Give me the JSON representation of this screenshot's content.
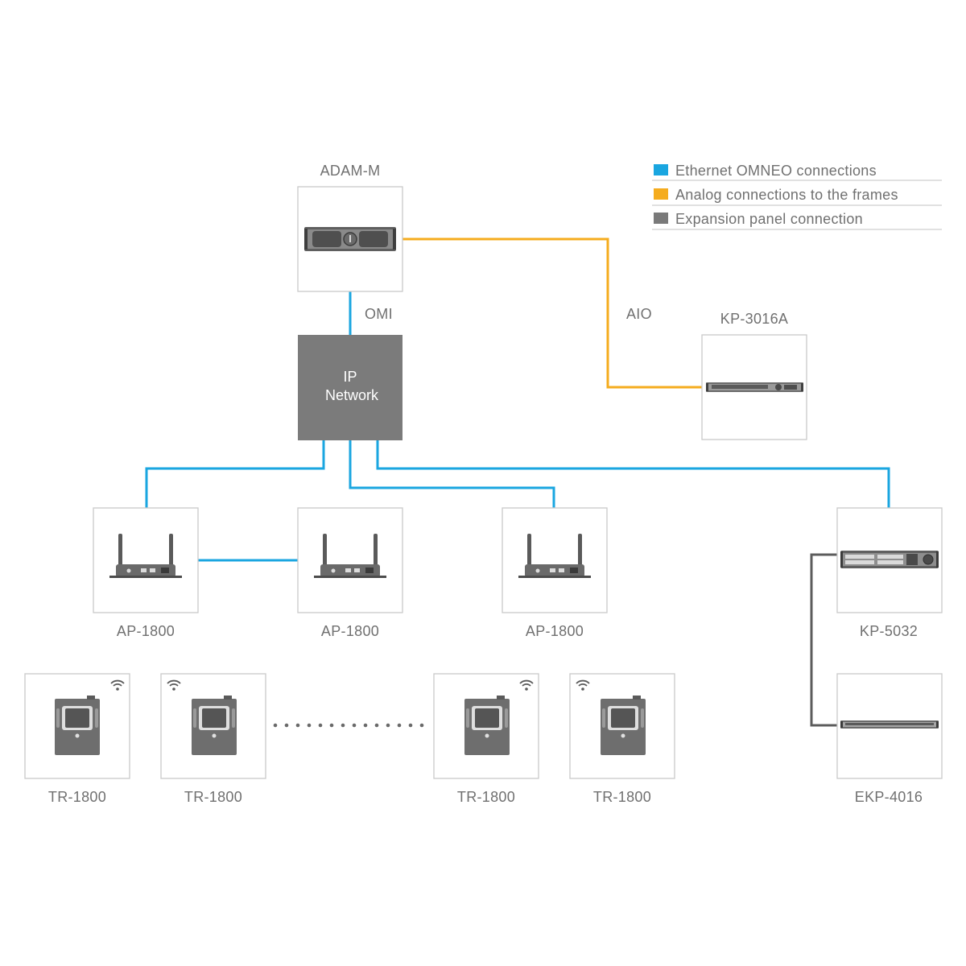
{
  "legend": [
    {
      "label": "Ethernet OMNEO connections",
      "color": "#1aa6e0"
    },
    {
      "label": "Analog connections to the frames",
      "color": "#f5ac1e"
    },
    {
      "label": "Expansion panel connection",
      "color": "#7a7a7a"
    }
  ],
  "devices": {
    "adam": "ADAM-M",
    "kp3016a": "KP-3016A",
    "ap1": "AP-1800",
    "ap2": "AP-1800",
    "ap3": "AP-1800",
    "kp5032": "KP-5032",
    "ekp4016": "EKP-4016",
    "tr1": "TR-1800",
    "tr2": "TR-1800",
    "tr3": "TR-1800",
    "tr4": "TR-1800"
  },
  "network": {
    "line1": "IP",
    "line2": "Network"
  },
  "connections": {
    "omi": "OMI",
    "aio": "AIO"
  },
  "colors": {
    "ethernet": "#1aa6e0",
    "analog": "#f5ac1e",
    "expansion": "#5c5c5c",
    "network_box": "#7b7b7b"
  }
}
